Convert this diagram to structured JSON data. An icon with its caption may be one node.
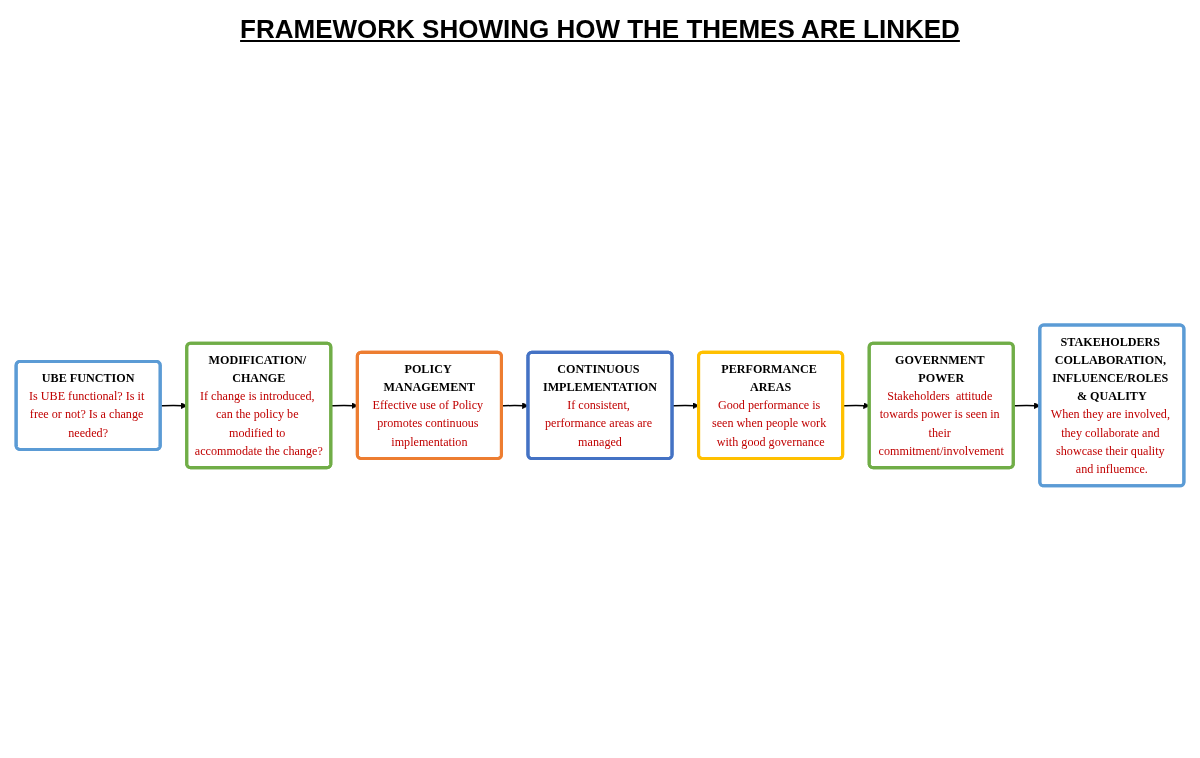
{
  "diagram": {
    "title": "FRAMEWORK SHOWING HOW THE THEMES ARE LINKED",
    "nodes": [
      {
        "text": [
          "UBE FUNCTION",
          "Is UBE functional? Is it free or not? Is a change needed?"
        ]
      },
      {
        "text": [
          "MODIFICATION/ CHANGE",
          "If change is introduced, can the policy be modified to accommodate the change?"
        ]
      },
      {
        "text": [
          "POLICY MANAGEMENT",
          "Effective use of Policy promotes continuous implementation"
        ]
      },
      {
        "text": [
          "CONTINUOUS IMPLEMENTATION",
          "If consistent, performance areas are managed"
        ]
      },
      {
        "text": [
          "PERFORMANCE AREAS",
          "Good performance is seen when people work with good governance"
        ]
      },
      {
        "text": [
          "GOVERNMENT POWER",
          "Stakeholders  attitude towards power is seen in their commitment/involvement"
        ]
      },
      {
        "text": [
          "STAKEHOLDERS COLLABORATION, INFLUENCE/ROLES & QUALITY",
          "When they are involved, they collaborate and showcase their quality and influemce."
        ]
      }
    ],
    "edges": [
      {
        "from": 0,
        "to": 1,
        "arrow": "to"
      },
      {
        "from": 1,
        "to": 2,
        "arrow": "to"
      },
      {
        "from": 2,
        "to": 3,
        "arrow": "to"
      },
      {
        "from": 3,
        "to": 4,
        "arrow": "to"
      },
      {
        "from": 4,
        "to": 5,
        "arrow": "to"
      },
      {
        "from": 5,
        "to": 6,
        "arrow": "to"
      }
    ]
  }
}
